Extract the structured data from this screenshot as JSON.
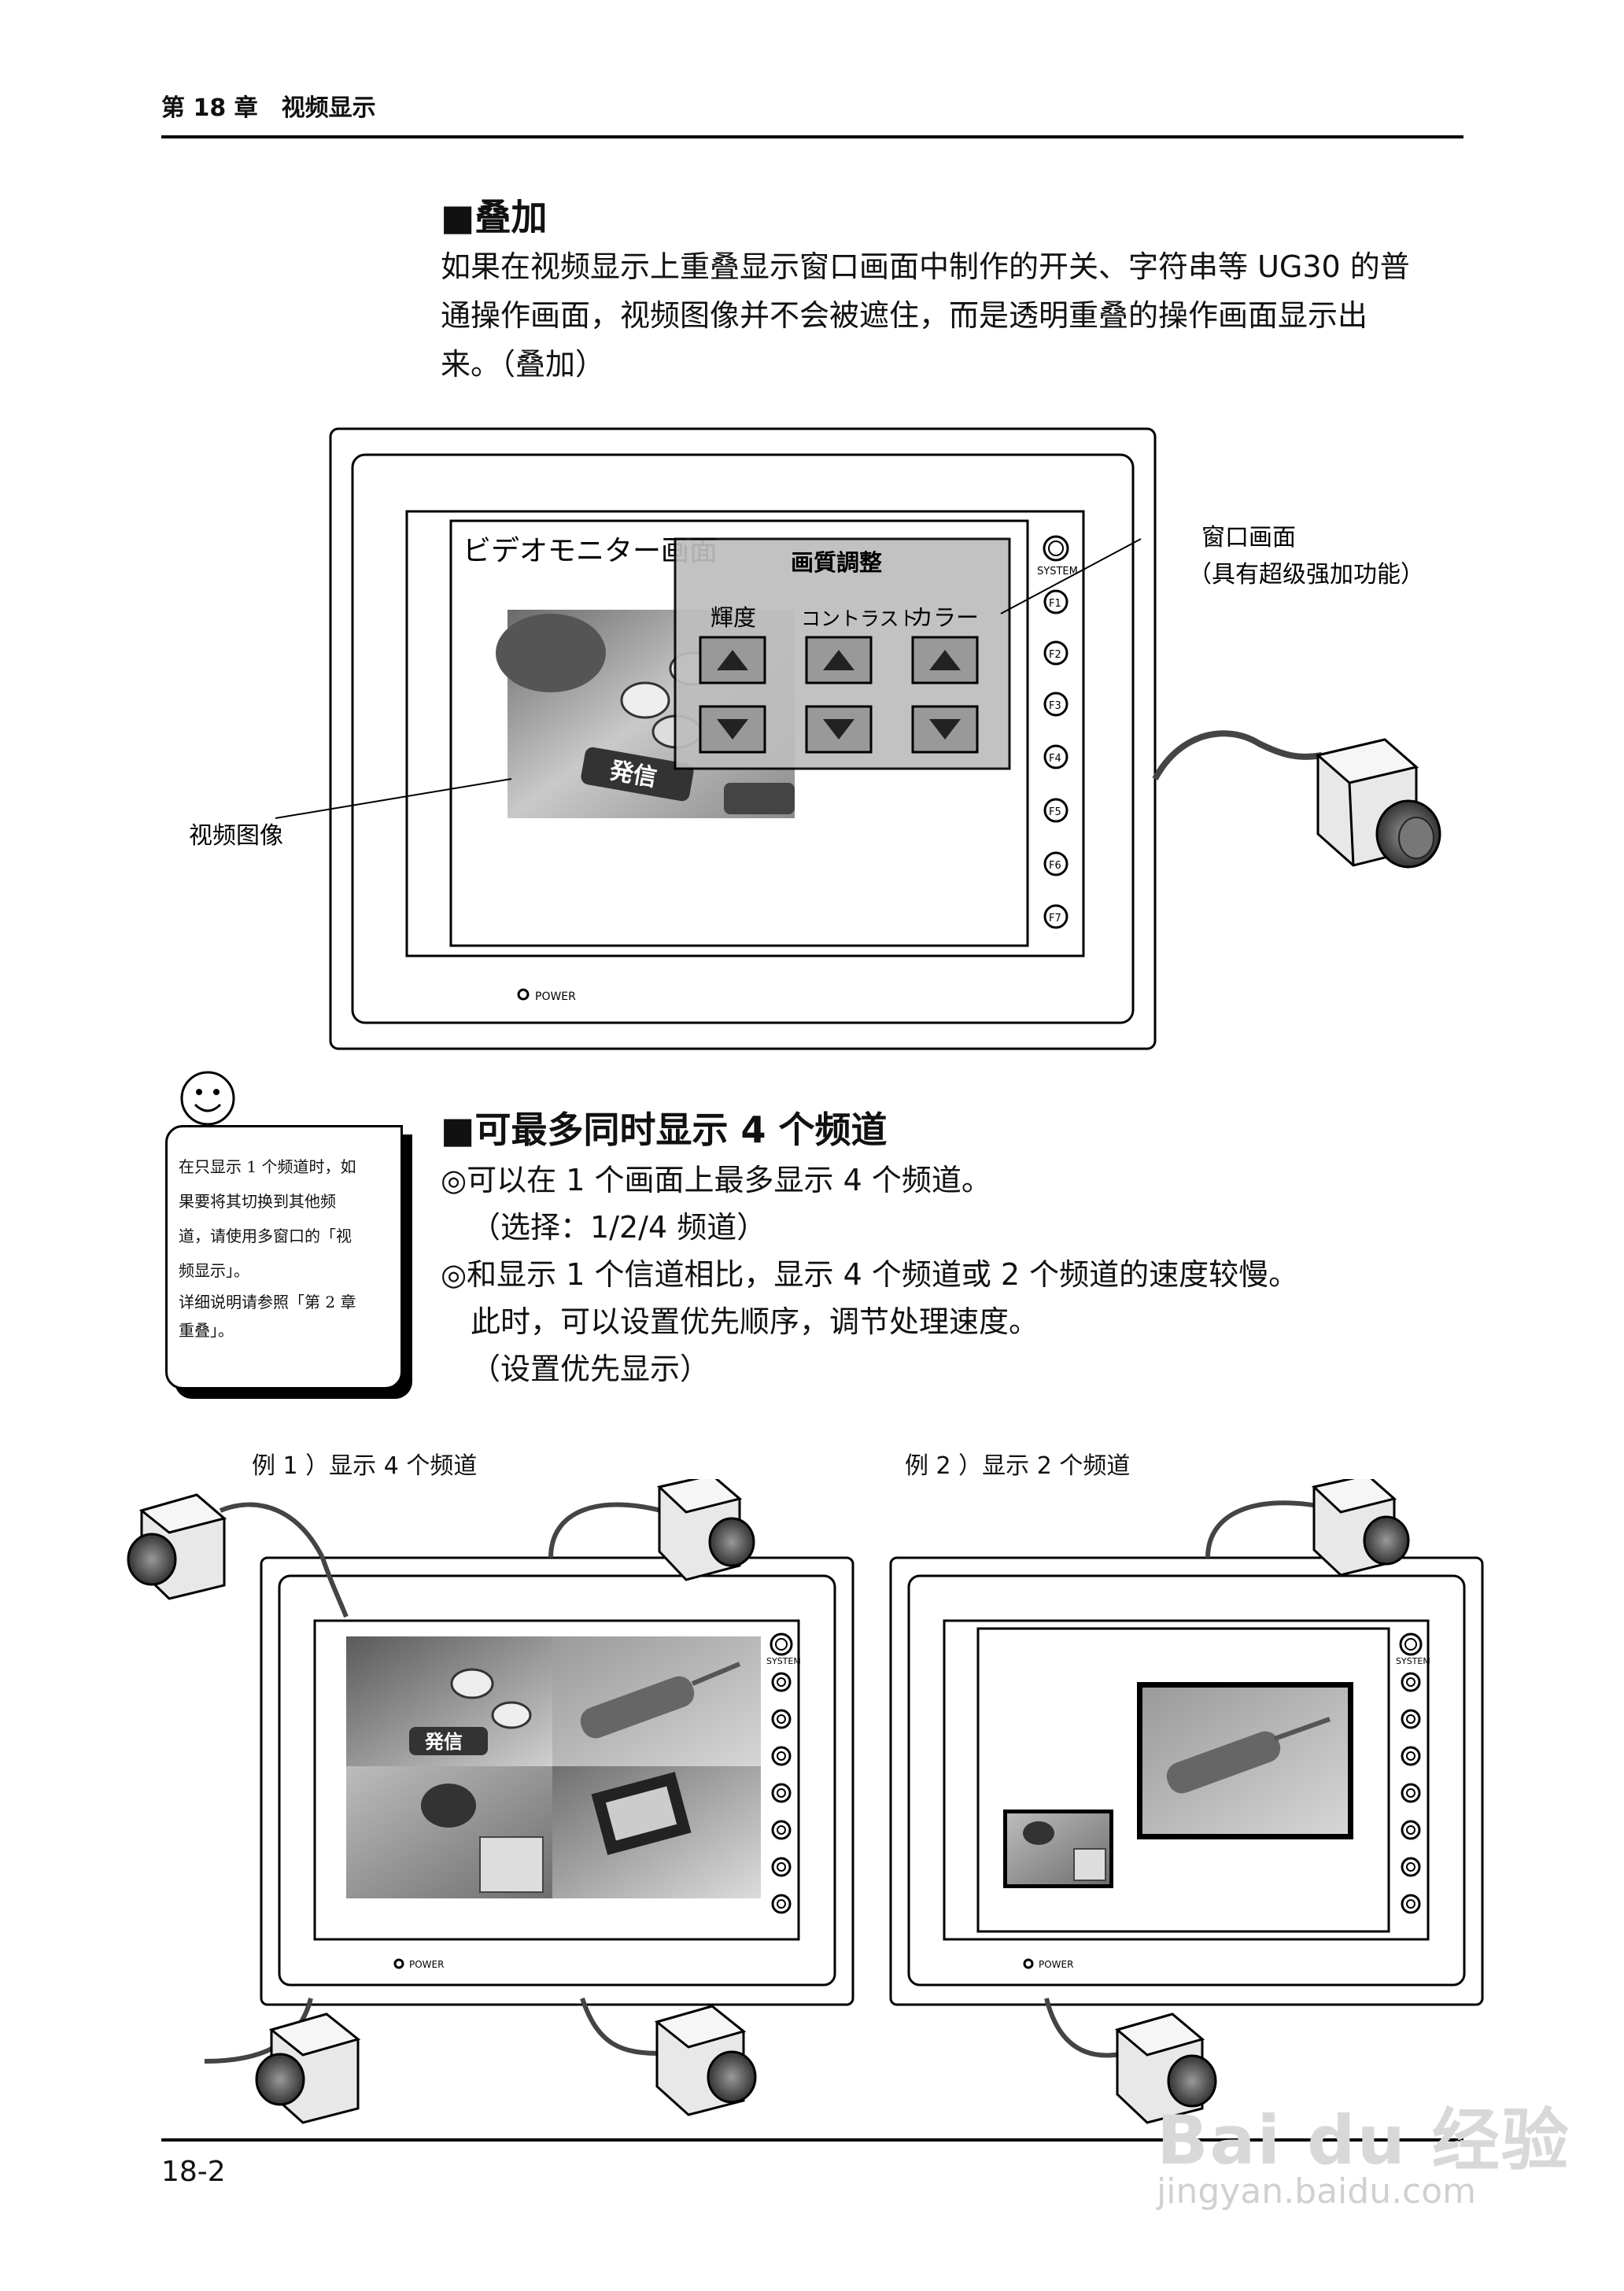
{
  "header": {
    "chapter": "第 18 章",
    "title": "视频显示"
  },
  "section1": {
    "title": "■叠加",
    "lines": [
      "如果在视频显示上重叠显示窗口画面中制作的开关、字符串等 UG30 的普",
      "通操作画面，视频图像并不会被遮住，而是透明重叠的操作画面显示出",
      "来。（叠加）"
    ]
  },
  "figure1": {
    "screen_title": "ビデオモニター画面",
    "window_title": "画質調整",
    "col1": "輝度",
    "col2": "コントラスト",
    "col3": "カラー",
    "system": "SYSTEM",
    "fkeys": [
      "F1",
      "F2",
      "F3",
      "F4",
      "F5",
      "F6",
      "F7"
    ],
    "power": "POWER",
    "callout_window_l1": "窗口画面",
    "callout_window_l2": "（具有超级强加功能）",
    "callout_video": "视频图像",
    "video_text": "発信"
  },
  "note": {
    "lines": [
      "在只显示 1 个频道时，如",
      "果要将其切换到其他频",
      "道，请使用多窗口的「视",
      "频显示」。",
      "详细说明请参照「第 2 章",
      "重叠」。"
    ]
  },
  "section2": {
    "title": "■可最多同时显示 4 个频道",
    "bullets": [
      "◎可以在 1 个画面上最多显示 4 个频道。",
      "（选择：1/2/4 频道）",
      "◎和显示 1 个信道相比，显示 4 个频道或 2 个频道的速度较慢。",
      "此时，可以设置优先顺序，调节处理速度。",
      "（设置优先显示）"
    ]
  },
  "example1": {
    "label": "例 1 ）显示 4 个频道",
    "system": "SYSTEM",
    "power": "POWER",
    "video_text": "発信"
  },
  "example2": {
    "label": "例 2 ）显示 2 个频道",
    "system": "SYSTEM",
    "power": "POWER"
  },
  "footer": {
    "page": "18-2"
  },
  "watermark": {
    "line1": "Bai du 经验",
    "line2": "jingyan.baidu.com"
  }
}
